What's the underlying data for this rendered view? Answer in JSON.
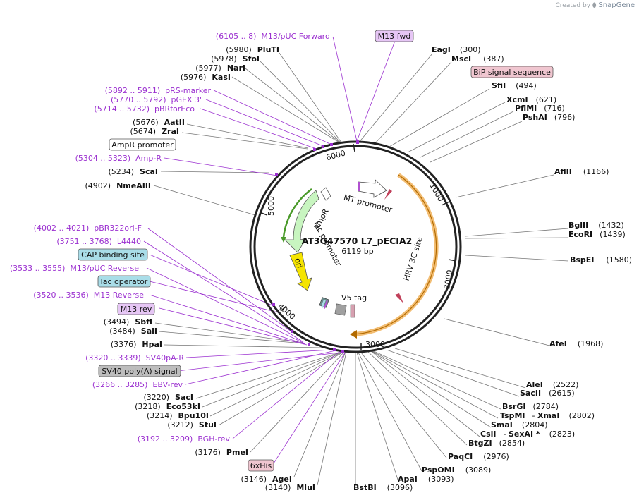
{
  "credit": {
    "prefix": "Created by",
    "brand": "SnapGene"
  },
  "plasmid": {
    "name": "AT3G47570 L7_pECIA2",
    "size_label": "6119 bp"
  },
  "ticks": [
    "1000",
    "2000",
    "3000",
    "4000",
    "5000",
    "6000"
  ],
  "features": {
    "mt_promoter": "MT promoter",
    "hrv3c": "HRV 3C site",
    "v5": "V5 tag",
    "lac_promoter": "lac promoter",
    "ori": "ori",
    "ampr": "AmpR"
  },
  "right_labels": [
    {
      "name": "EagI",
      "pos": "(300)"
    },
    {
      "name": "MscI",
      "pos": "(387)"
    },
    {
      "name": "SfiI",
      "pos": "(494)"
    },
    {
      "name": "XcmI",
      "pos": "(621)"
    },
    {
      "name": "PflMI",
      "pos": "(716)"
    },
    {
      "name": "PshAI",
      "pos": "(796)"
    },
    {
      "name": "AflII",
      "pos": "(1166)"
    },
    {
      "name": "BglII",
      "pos": "(1432)"
    },
    {
      "name": "EcoRI",
      "pos": "(1439)"
    },
    {
      "name": "BspEI",
      "pos": "(1580)"
    },
    {
      "name": "AfeI",
      "pos": "(1968)"
    },
    {
      "name": "AleI",
      "pos": "(2522)"
    },
    {
      "name": "SacII",
      "pos": "(2615)"
    },
    {
      "name": "BsrGI",
      "pos": "(2784)"
    },
    {
      "name": "TspMI",
      "pos": ""
    },
    {
      "name": "XmaI",
      "pos": "(2802)"
    },
    {
      "name": "SmaI",
      "pos": "(2804)"
    },
    {
      "name": "CsiI",
      "pos": ""
    },
    {
      "name": "SexAI *",
      "pos": "(2823)"
    },
    {
      "name": "BtgZI",
      "pos": "(2854)"
    },
    {
      "name": "PaqCI",
      "pos": "(2976)"
    },
    {
      "name": "PspOMI",
      "pos": "(3089)"
    },
    {
      "name": "ApaI",
      "pos": "(3093)"
    },
    {
      "name": "BstBI",
      "pos": "(3096)"
    }
  ],
  "left_labels": [
    {
      "name": "PluTI",
      "pos": "(5980)"
    },
    {
      "name": "SfoI",
      "pos": "(5978)"
    },
    {
      "name": "NarI",
      "pos": "(5977)"
    },
    {
      "name": "KasI",
      "pos": "(5976)"
    },
    {
      "name": "AatII",
      "pos": "(5676)"
    },
    {
      "name": "ZraI",
      "pos": "(5674)"
    },
    {
      "name": "ScaI",
      "pos": "(5234)"
    },
    {
      "name": "NmeAIII",
      "pos": "(4902)"
    },
    {
      "name": "SbfI",
      "pos": "(3494)"
    },
    {
      "name": "SalI",
      "pos": "(3484)"
    },
    {
      "name": "HpaI",
      "pos": "(3376)"
    },
    {
      "name": "SacI",
      "pos": "(3220)"
    },
    {
      "name": "Eco53kI",
      "pos": "(3218)"
    },
    {
      "name": "Bpu10I",
      "pos": "(3214)"
    },
    {
      "name": "StuI",
      "pos": "(3212)"
    },
    {
      "name": "PmeI",
      "pos": "(3176)"
    },
    {
      "name": "AgeI",
      "pos": "(3146)"
    },
    {
      "name": "MluI",
      "pos": "(3140)"
    }
  ],
  "primers": [
    "(6105 .. 8)  M13/pUC Forward",
    "(5892 .. 5911)  pRS-marker",
    "(5770 .. 5792)  pGEX 3'",
    "(5714 .. 5732)  pBRforEco",
    "(5304 .. 5323)  Amp-R",
    "(4002 .. 4021)  pBR322ori-F",
    "(3751 .. 3768)  L4440",
    "(3533 .. 3555)  M13/pUC Reverse",
    "(3520 .. 3536)  M13 Reverse",
    "(3320 .. 3339)  SV40pA-R",
    "(3266 .. 3285)  EBV-rev",
    "(3192 .. 3209)  BGH-rev"
  ],
  "boxes": {
    "m13fwd": "M13 fwd",
    "bip": "BiP signal sequence",
    "ampr_prom": "AmpR promoter",
    "cap": "CAP binding site",
    "lacop": "lac operator",
    "m13rev": "M13 rev",
    "sv40": "SV40 poly(A) signal",
    "his": "6xHis"
  },
  "colors": {
    "backbone": "#222222",
    "hrv_arc": "#f0b25a",
    "primer": "#9b30d0",
    "ori": "#f5e400",
    "ampr": "#c8f5c0",
    "promoter": "#ffffff",
    "cap_box": "#a9dde8",
    "misc_box": "#f0c6d0",
    "m13_box": "#e6c6f5"
  }
}
